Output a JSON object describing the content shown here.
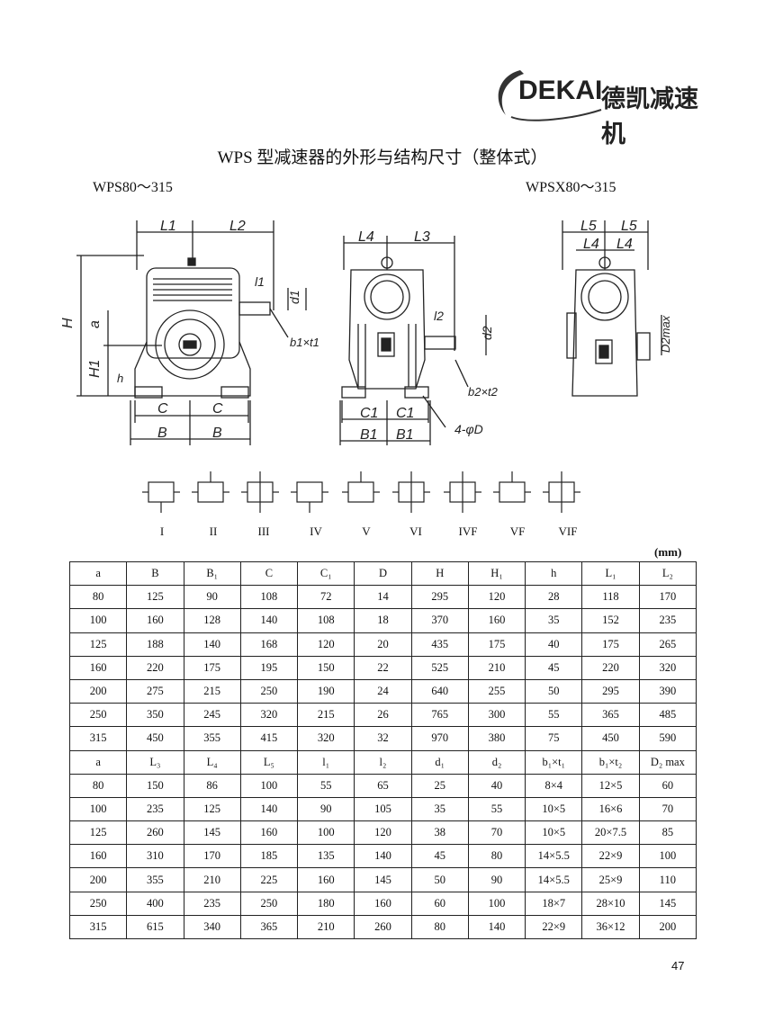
{
  "logo": {
    "brand": "DEKAI",
    "cn": "德凯减速机"
  },
  "title": "WPS 型减速器的外形与结构尺寸（整体式）",
  "models": {
    "left": "WPS80～315",
    "right": "WPSX80～315"
  },
  "drawing_labels": {
    "L1": "L1",
    "L2": "L2",
    "L3": "L3",
    "L4": "L4",
    "L5": "L5",
    "H": "H",
    "H1": "H1",
    "a": "a",
    "h": "h",
    "l1": "l1",
    "l2": "l2",
    "d1": "d1",
    "d2": "d2",
    "b1t1": "b1×t1",
    "b2t2": "b2×t2",
    "C": "C",
    "B": "B",
    "C1": "C1",
    "B1": "B1",
    "D4": "4-φD",
    "D2max": "D2max"
  },
  "mount_labels": [
    "I",
    "II",
    "III",
    "IV",
    "V",
    "VI",
    "IVF",
    "VF",
    "VIF"
  ],
  "unit": "(mm)",
  "table_header_1": [
    "a",
    "B",
    "B₁",
    "C",
    "C₁",
    "D",
    "H",
    "H₁",
    "h",
    "L₁",
    "L₂"
  ],
  "table_rows_1": [
    [
      "80",
      "125",
      "90",
      "108",
      "72",
      "14",
      "295",
      "120",
      "28",
      "118",
      "170"
    ],
    [
      "100",
      "160",
      "128",
      "140",
      "108",
      "18",
      "370",
      "160",
      "35",
      "152",
      "235"
    ],
    [
      "125",
      "188",
      "140",
      "168",
      "120",
      "20",
      "435",
      "175",
      "40",
      "175",
      "265"
    ],
    [
      "160",
      "220",
      "175",
      "195",
      "150",
      "22",
      "525",
      "210",
      "45",
      "220",
      "320"
    ],
    [
      "200",
      "275",
      "215",
      "250",
      "190",
      "24",
      "640",
      "255",
      "50",
      "295",
      "390"
    ],
    [
      "250",
      "350",
      "245",
      "320",
      "215",
      "26",
      "765",
      "300",
      "55",
      "365",
      "485"
    ],
    [
      "315",
      "450",
      "355",
      "415",
      "320",
      "32",
      "970",
      "380",
      "75",
      "450",
      "590"
    ]
  ],
  "table_header_2": [
    "a",
    "L₃",
    "L₄",
    "L₅",
    "l₁",
    "l₂",
    "d₁",
    "d₂",
    "b₁×t₁",
    "b₁×t₂",
    "D₂ max"
  ],
  "table_rows_2": [
    [
      "80",
      "150",
      "86",
      "100",
      "55",
      "65",
      "25",
      "40",
      "8×4",
      "12×5",
      "60"
    ],
    [
      "100",
      "235",
      "125",
      "140",
      "90",
      "105",
      "35",
      "55",
      "10×5",
      "16×6",
      "70"
    ],
    [
      "125",
      "260",
      "145",
      "160",
      "100",
      "120",
      "38",
      "70",
      "10×5",
      "20×7.5",
      "85"
    ],
    [
      "160",
      "310",
      "170",
      "185",
      "135",
      "140",
      "45",
      "80",
      "14×5.5",
      "22×9",
      "100"
    ],
    [
      "200",
      "355",
      "210",
      "225",
      "160",
      "145",
      "50",
      "90",
      "14×5.5",
      "25×9",
      "110"
    ],
    [
      "250",
      "400",
      "235",
      "250",
      "180",
      "160",
      "60",
      "100",
      "18×7",
      "28×10",
      "145"
    ],
    [
      "315",
      "615",
      "340",
      "365",
      "210",
      "260",
      "80",
      "140",
      "22×9",
      "36×12",
      "200"
    ]
  ],
  "page_number": "47"
}
